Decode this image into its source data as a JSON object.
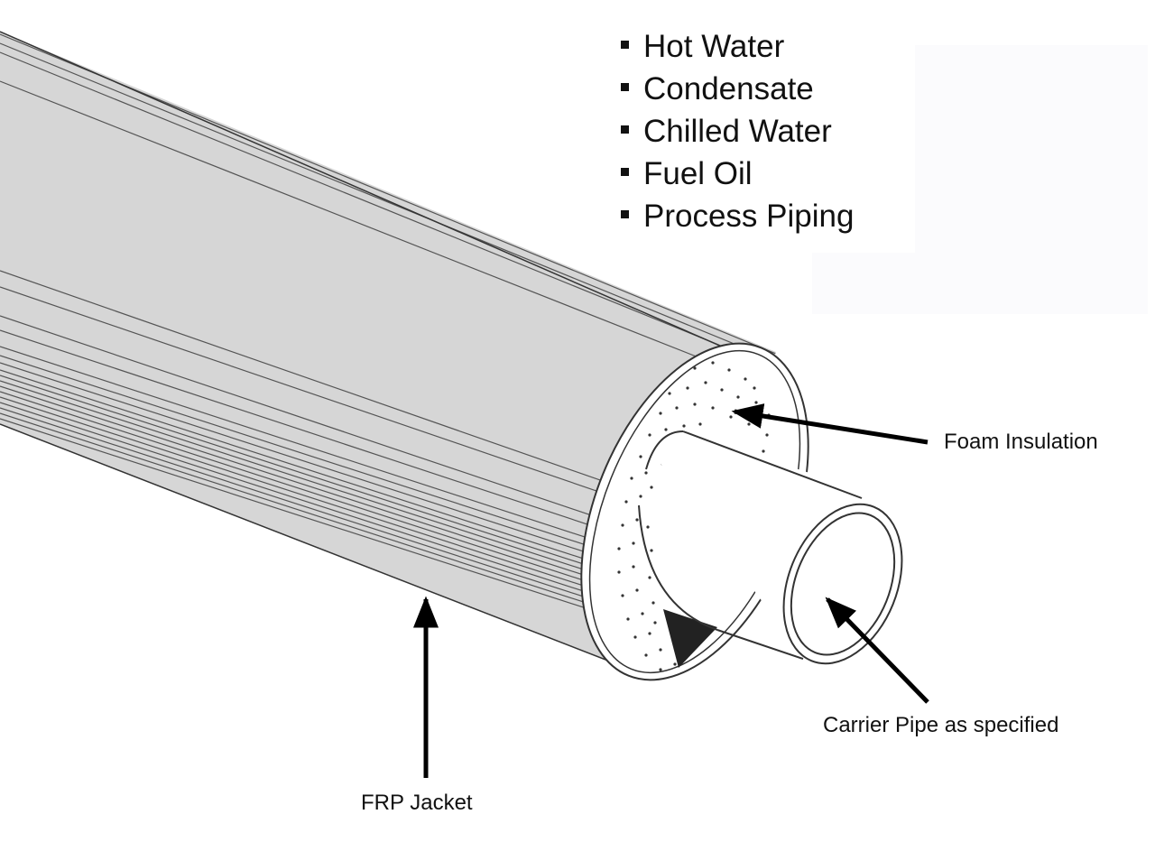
{
  "applications": [
    "Hot Water",
    "Condensate",
    "Chilled Water",
    "Fuel Oil",
    "Process Piping"
  ],
  "callouts": {
    "foam": "Foam Insulation",
    "carrier": "Carrier Pipe as specified",
    "jacket": "FRP Jacket"
  },
  "colors": {
    "jacket_face": "#d6d6d6",
    "jacket_lines": "#555555",
    "insulation": "#ffffff",
    "carrier_pipe": "#ffffff",
    "arrows": "#000000"
  }
}
